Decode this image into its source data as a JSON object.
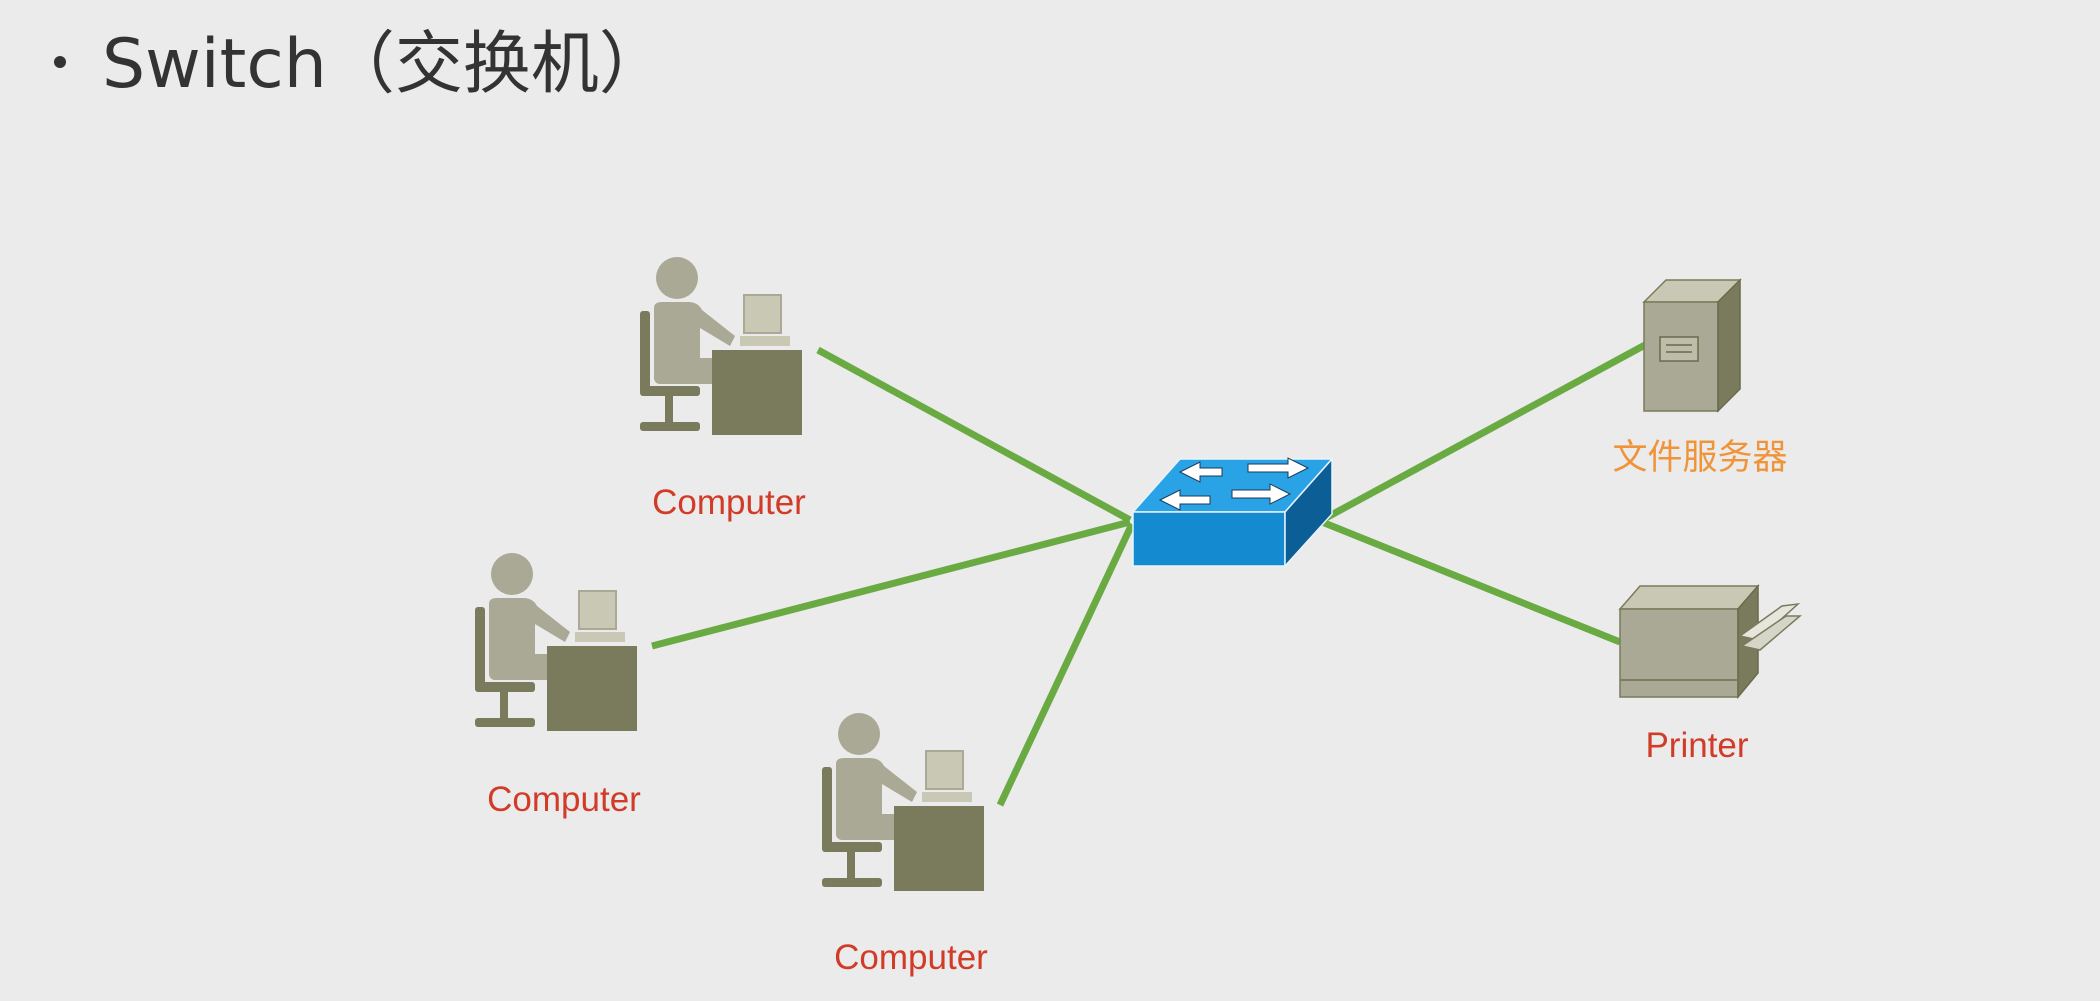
{
  "slide": {
    "title": "Switch（交换机）"
  },
  "diagram": {
    "center": {
      "id": "switch",
      "icon": "network-switch-icon",
      "color": "#1a8fd6"
    },
    "nodes": [
      {
        "id": "computer-1",
        "label": "Computer",
        "icon": "user-at-computer-icon"
      },
      {
        "id": "computer-2",
        "label": "Computer",
        "icon": "user-at-computer-icon"
      },
      {
        "id": "computer-3",
        "label": "Computer",
        "icon": "user-at-computer-icon"
      },
      {
        "id": "file-server",
        "label": "文件服务器",
        "icon": "file-server-icon"
      },
      {
        "id": "printer",
        "label": "Printer",
        "icon": "printer-icon"
      }
    ],
    "links": [
      {
        "from": "computer-1",
        "to": "switch"
      },
      {
        "from": "computer-2",
        "to": "switch"
      },
      {
        "from": "computer-3",
        "to": "switch"
      },
      {
        "from": "file-server",
        "to": "switch"
      },
      {
        "from": "printer",
        "to": "switch"
      }
    ],
    "colors": {
      "link": "#6aaa43",
      "computer_label": "#d13b27",
      "printer_label": "#d13b27",
      "server_label": "#f0943a",
      "device_body": "#a9a995",
      "device_dark": "#7a7a5c"
    }
  }
}
